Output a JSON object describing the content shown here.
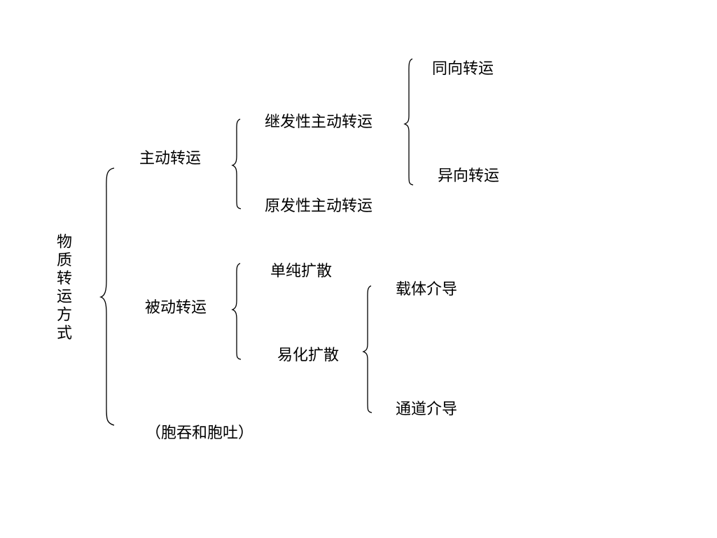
{
  "root": {
    "label": "物质转运方式"
  },
  "active": {
    "label": "主动转运",
    "secondary": {
      "label": "继发性主动转运",
      "children": [
        "同向转运",
        "异向转运"
      ]
    },
    "primary": {
      "label": "原发性主动转运"
    }
  },
  "passive": {
    "label": "被动转运",
    "simple": {
      "label": "单纯扩散"
    },
    "facilitated": {
      "label": "易化扩散",
      "children": [
        "载体介导",
        "通道介导"
      ]
    }
  },
  "other": {
    "label": "（胞吞和胞吐）"
  }
}
